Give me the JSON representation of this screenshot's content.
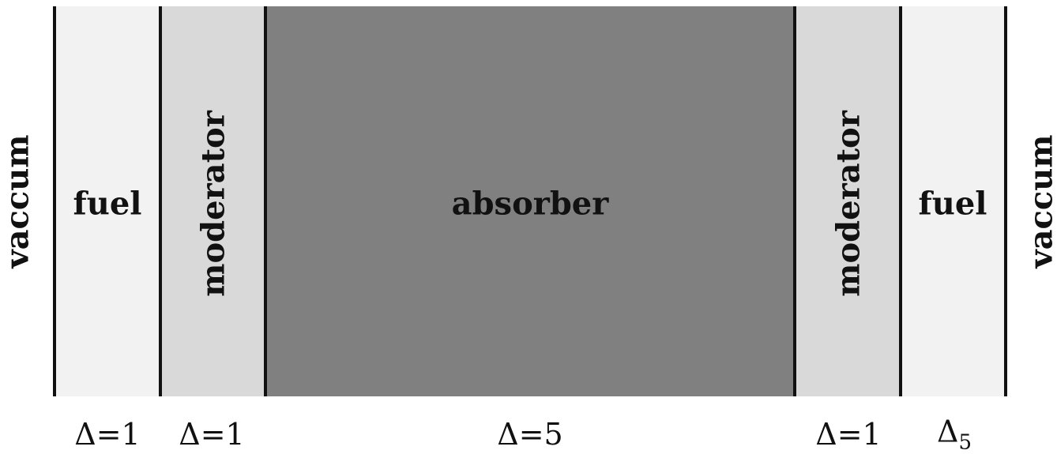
{
  "outer_left": "vaccum",
  "outer_right": "vaccum",
  "regions": [
    {
      "name": "fuel",
      "orientation": "horizontal",
      "color": "#f2f2f2",
      "width_label": "Δ=1"
    },
    {
      "name": "moderator",
      "orientation": "vertical",
      "color": "#d9d9d9",
      "width_label": "Δ=1"
    },
    {
      "name": "absorber",
      "orientation": "horizontal",
      "color": "#808080",
      "width_label": "Δ=5"
    },
    {
      "name": "moderator",
      "orientation": "vertical",
      "color": "#d9d9d9",
      "width_label": "Δ=1"
    },
    {
      "name": "fuel",
      "orientation": "horizontal",
      "color": "#f2f2f2",
      "width_label": "Δ",
      "width_label_subscript": "5"
    }
  ]
}
